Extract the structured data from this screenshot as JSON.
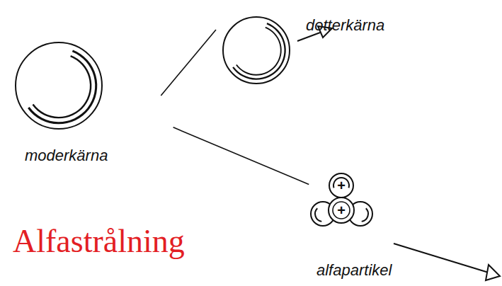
{
  "diagram": {
    "title": "Alfastrålning",
    "nodes": [
      {
        "text": [
          "moderkärna"
        ]
      },
      {
        "text": [
          "dotterkärna"
        ]
      },
      {
        "text": [
          "alfapartikel"
        ]
      }
    ],
    "edges": [
      {
        "from": 0,
        "to": 1,
        "arrow": "none"
      },
      {
        "from": 0,
        "to": 2,
        "arrow": "none"
      }
    ],
    "labels": [
      "+",
      "+"
    ]
  }
}
